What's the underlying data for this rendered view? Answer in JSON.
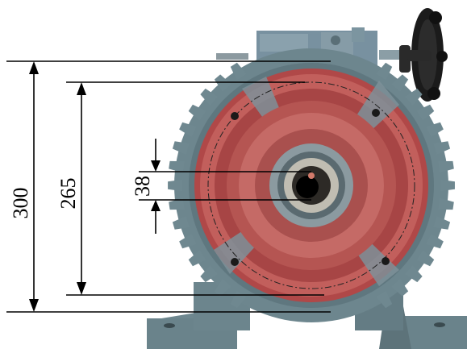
{
  "dimensions": {
    "overall_height": {
      "value": "300"
    },
    "center_height": {
      "value": "265"
    },
    "shaft_diameter": {
      "value": "38"
    }
  },
  "colors": {
    "housing": "#6f8890",
    "housing_dark": "#4f636a",
    "housing_light": "#9fb2b8",
    "flange_red": "#b34a4a",
    "flange_red_dark": "#7e2f31",
    "flange_red_light": "#c86a66",
    "handwheel": "#1b1b1b",
    "dimension_line": "#000000"
  },
  "icons": {
    "handwheel": "handwheel-icon",
    "shaft_bore": "shaft-bore-icon"
  }
}
